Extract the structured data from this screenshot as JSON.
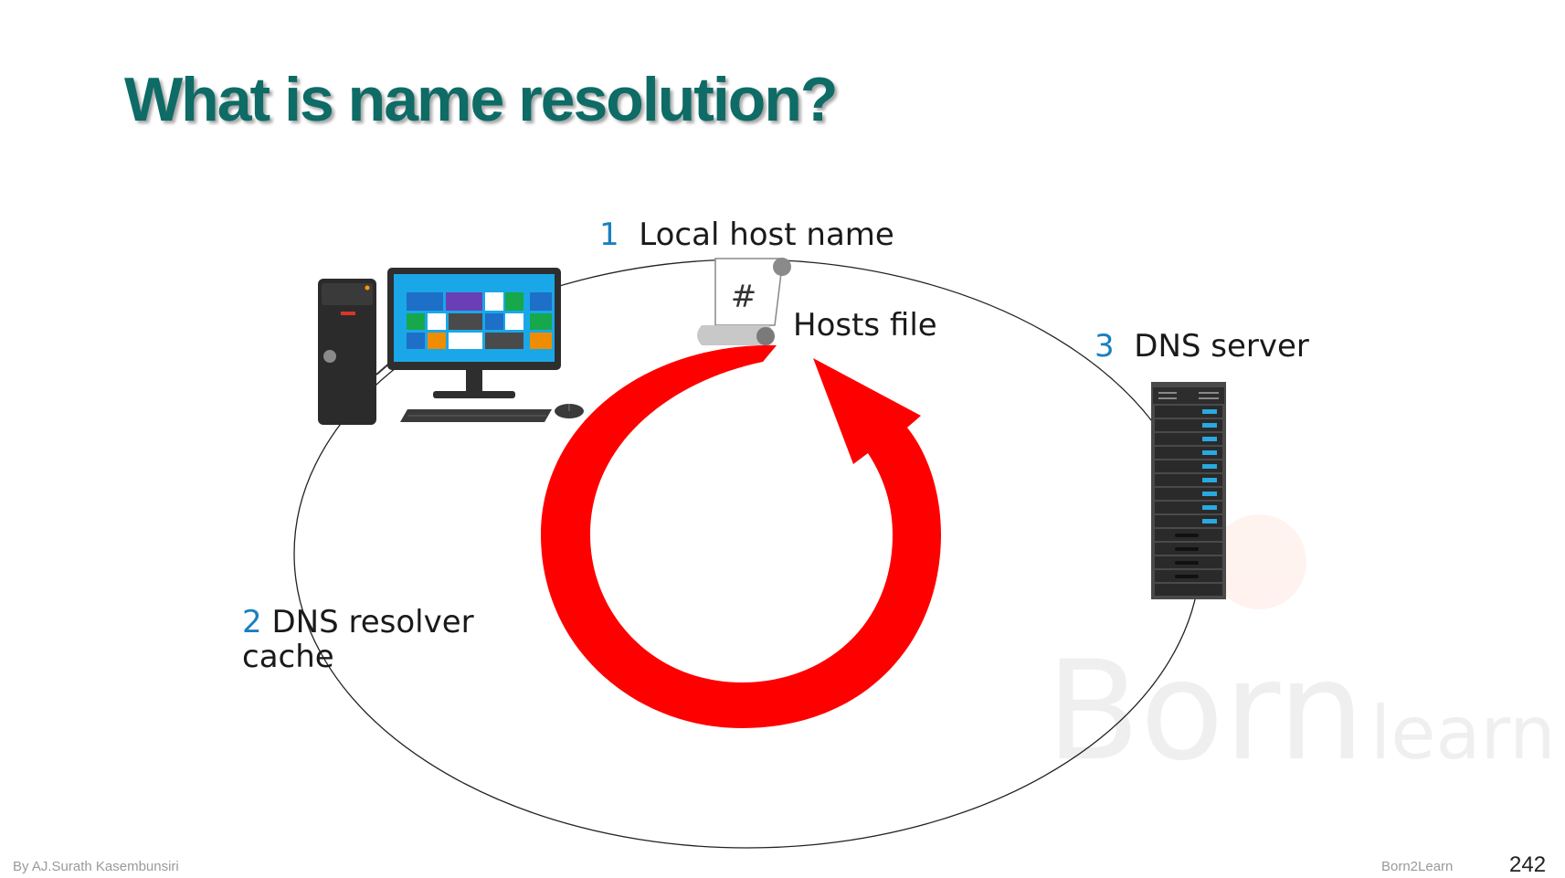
{
  "slide": {
    "title": "What is name resolution?",
    "footer_author": "By AJ.Surath Kasembunsiri",
    "footer_brand": "Born2Learn",
    "page_number": "242"
  },
  "steps": [
    {
      "number": "1",
      "label": "Local host name"
    },
    {
      "number": "2",
      "label_line1": "DNS resolver",
      "label_line2": "cache"
    },
    {
      "number": "3",
      "label": "DNS server"
    }
  ],
  "hosts_file": {
    "label": "Hosts file",
    "symbol": "#"
  },
  "colors": {
    "title": "#0e6b66",
    "step_number": "#1a7fc1",
    "cycle_arrow": "#ff0000",
    "screen": "#1aa7e8",
    "server_led": "#29a9e0"
  },
  "icons": {
    "computer": "desktop-computer-icon",
    "server": "server-rack-icon",
    "hosts_file": "scroll-document-icon",
    "cycle": "circular-arrow-icon"
  }
}
